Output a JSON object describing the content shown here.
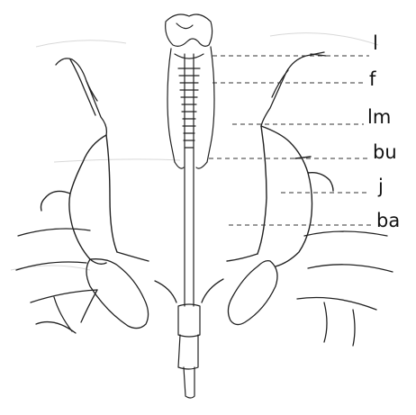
{
  "figure": {
    "labels": [
      {
        "id": "l",
        "text": "l"
      },
      {
        "id": "f",
        "text": "f"
      },
      {
        "id": "lm",
        "text": "lm"
      },
      {
        "id": "bu",
        "text": "bu"
      },
      {
        "id": "j",
        "text": "j"
      },
      {
        "id": "ba",
        "text": "ba"
      }
    ]
  }
}
